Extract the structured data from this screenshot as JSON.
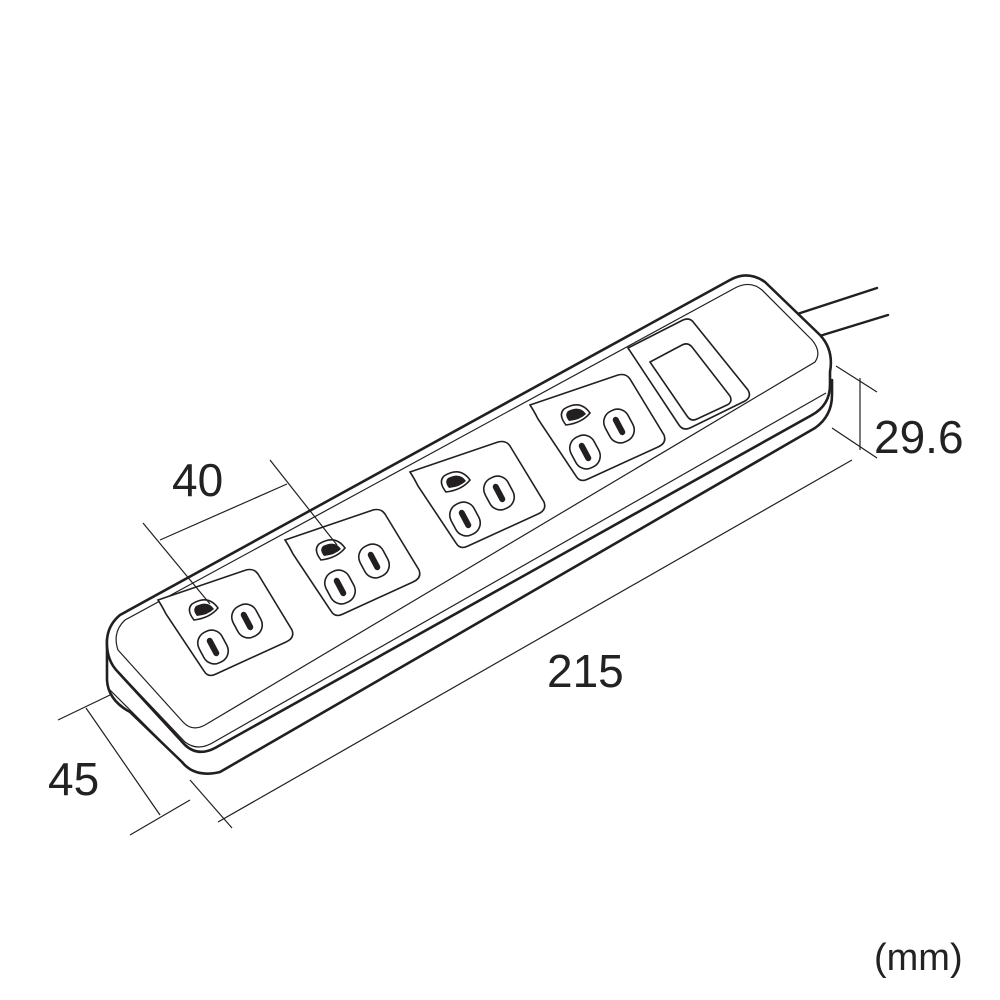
{
  "dimensions": {
    "outlet_pitch": "40",
    "height": "29.6",
    "length": "215",
    "width": "45"
  },
  "unit_label": "(mm)",
  "outlets": [
    {
      "name": "outlet-1"
    },
    {
      "name": "outlet-2"
    },
    {
      "name": "outlet-3"
    },
    {
      "name": "outlet-4"
    }
  ],
  "colors": {
    "line": "#231f20",
    "text": "#222222",
    "background": "#ffffff"
  },
  "icons": {
    "outlet": "grounded-outlet-icon",
    "switch": "rocker-switch-icon"
  }
}
